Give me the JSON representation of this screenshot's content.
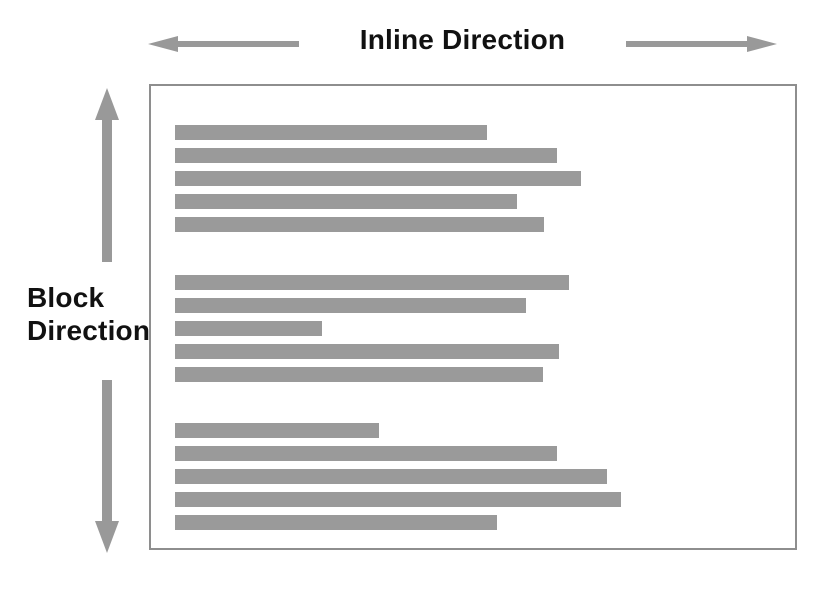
{
  "diagram": {
    "title": "Inline vs Block direction diagram",
    "inline_label": "Inline Direction",
    "block_label_line1": "Block",
    "block_label_line2": "Direction",
    "colors": {
      "bar": "#9a9a9a",
      "arrow": "#999999",
      "box_border": "#8e8e8e",
      "text": "#111111",
      "background": "#ffffff"
    },
    "text_groups": [
      {
        "bar_widths": [
          312,
          382,
          406,
          342,
          369
        ]
      },
      {
        "bar_widths": [
          394,
          351,
          147,
          384,
          368
        ]
      },
      {
        "bar_widths": [
          204,
          382,
          432,
          446,
          322
        ]
      }
    ]
  }
}
